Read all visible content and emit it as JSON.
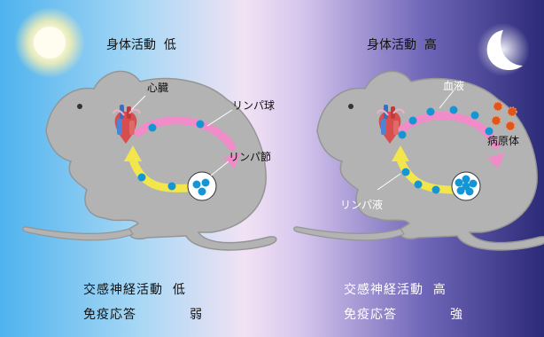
{
  "left_panel": {
    "header_label": "身体活動",
    "header_level": "低",
    "heart_label": "心臓",
    "lymphocyte_label": "リンパ球",
    "lymph_node_label": "リンパ節",
    "sympathetic_label": "交感神経活動",
    "sympathetic_level": "低",
    "immune_label": "免疫応答",
    "immune_level": "弱",
    "sky_icon": "sun-icon"
  },
  "right_panel": {
    "header_label": "身体活動",
    "header_level": "高",
    "blood_label": "血液",
    "lymph_fluid_label": "リンパ液",
    "pathogen_label": "病原体",
    "sympathetic_label": "交感神経活動",
    "sympathetic_level": "高",
    "immune_label": "免疫応答",
    "immune_level": "強",
    "sky_icon": "crescent-moon-icon"
  },
  "colors": {
    "day_sky": "#4fb3ee",
    "night_sky": "#2f2f7c",
    "mouse_body": "#b3b3b3",
    "blood_path": "#f08cc8",
    "lymph_path": "#f2e64c",
    "cell_blue": "#1596d4",
    "pathogen": "#e0551c"
  }
}
